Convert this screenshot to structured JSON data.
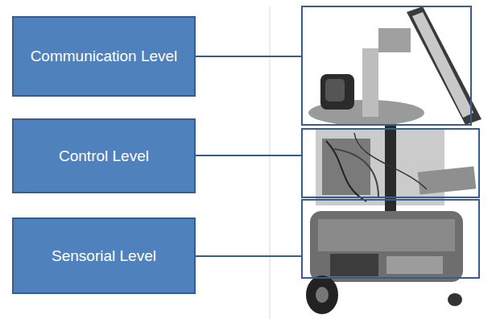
{
  "diagram": {
    "nodes": [
      {
        "text": [
          "Communication Level"
        ]
      },
      {
        "text": [
          "Control Level"
        ]
      },
      {
        "text": [
          "Sensorial Level"
        ]
      }
    ]
  }
}
